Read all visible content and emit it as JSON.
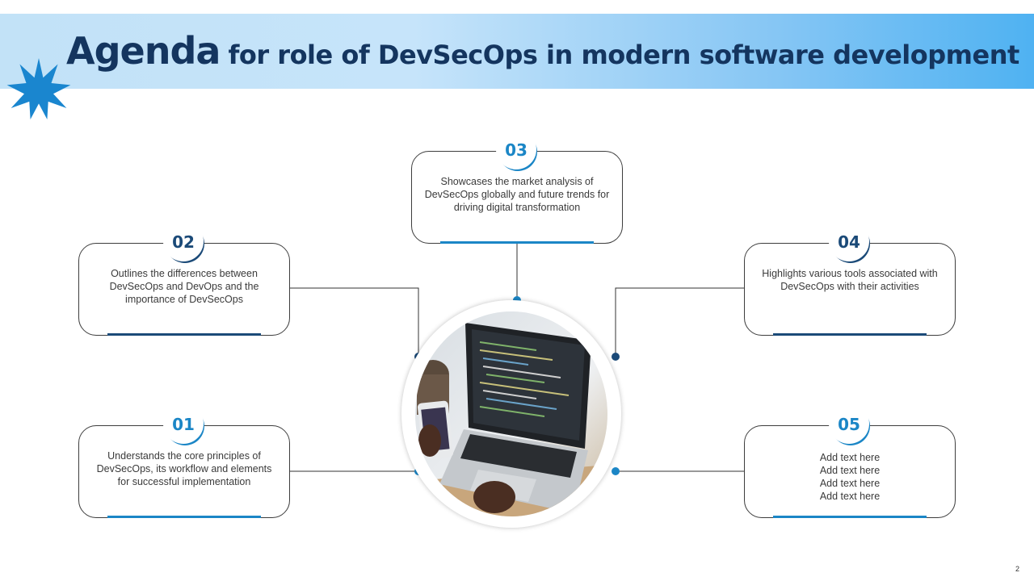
{
  "slide": {
    "title_emphasis": "Agenda",
    "title_rest": "for role of DevSecOps in modern software development",
    "page_number": "2"
  },
  "items": [
    {
      "number": "01",
      "text": "Understands the core principles of DevSecOps, its workflow and elements for successful implementation"
    },
    {
      "number": "02",
      "text": "Outlines the differences between DevSecOps and DevOps and the importance of DevSecOps"
    },
    {
      "number": "03",
      "text": "Showcases the market analysis of DevSecOps globally and future trends for driving digital transformation"
    },
    {
      "number": "04",
      "text": "Highlights various tools associated with DevSecOps with their activities"
    },
    {
      "number": "05",
      "text": "Add text here\nAdd text here\nAdd text here\nAdd text here"
    }
  ],
  "colors": {
    "dark_blue": "#1b4a78",
    "light_blue": "#1b86c6",
    "title": "#14355f",
    "star": "#1a86cf"
  },
  "icons": {
    "decoration": "star-burst-icon",
    "central_image": "laptop-photo"
  }
}
